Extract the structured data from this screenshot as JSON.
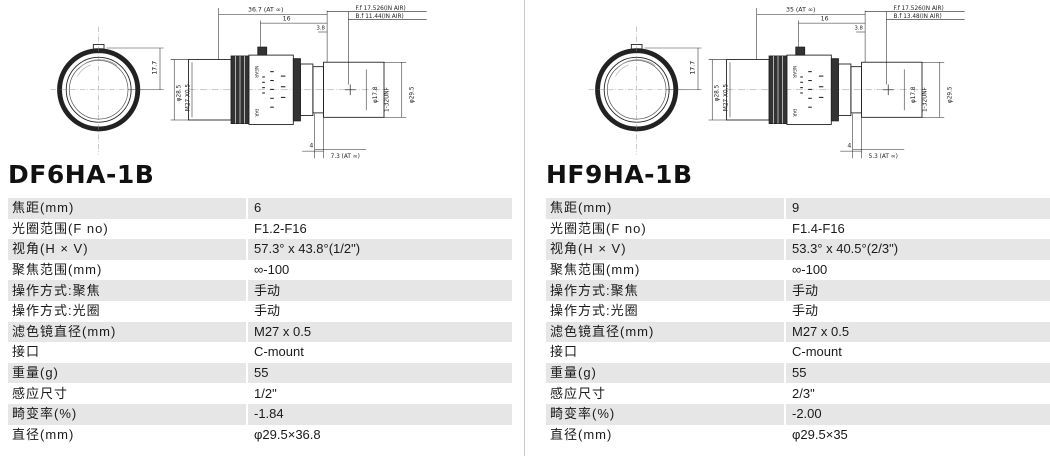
{
  "products": [
    {
      "model": "DF6HA-1B",
      "dims": {
        "total": "36.7 (AT ∞)",
        "d16": "16",
        "d38": "3.8",
        "ff": "F.f  17.526(IN AIR)",
        "bf": "B.f  11.44(IN AIR)",
        "h177": "17.7",
        "d285": "φ28.5",
        "m27": "M27 X0.5",
        "d178": "φ17.8",
        "unf": "1-32UNF",
        "d295": "φ29.5",
        "d4": "4",
        "at": "7.3 (AT ∞)"
      },
      "rows": [
        {
          "label": "焦距(mm)",
          "value": "6"
        },
        {
          "label": "光圈范围(F no)",
          "value": "F1.2-F16"
        },
        {
          "label": "视角(H × V)",
          "value": "57.3° x 43.8°(1/2\")"
        },
        {
          "label": "聚焦范围(mm)",
          "value": "∞-100"
        },
        {
          "label": "操作方式:聚焦",
          "value": "手动"
        },
        {
          "label": "操作方式:光圈",
          "value": "手动"
        },
        {
          "label": "滤色镜直径(mm)",
          "value": "M27 x 0.5"
        },
        {
          "label": "接口",
          "value": "C-mount"
        },
        {
          "label": "重量(g)",
          "value": "55"
        },
        {
          "label": "感应尺寸",
          "value": "1/2\""
        },
        {
          "label": "畸变率(%)",
          "value": "-1.84"
        },
        {
          "label": "直径(mm)",
          "value": "φ29.5×36.8"
        }
      ]
    },
    {
      "model": "HF9HA-1B",
      "dims": {
        "total": "35 (AT ∞)",
        "d16": "16",
        "d38": "3.8",
        "ff": "F.f  17.526(IN AIR)",
        "bf": "B.f  13.48(IN AIR)",
        "h177": "17.7",
        "d285": "φ28.5",
        "m27": "M27 X0.5",
        "d178": "φ17.8",
        "unf": "1-32UNF",
        "d295": "φ29.5",
        "d4": "4",
        "at": "5.3 (AT ∞)"
      },
      "rows": [
        {
          "label": "焦距(mm)",
          "value": "9"
        },
        {
          "label": "光圈范围(F no)",
          "value": "F1.4-F16"
        },
        {
          "label": "视角(H × V)",
          "value": "53.3° x 40.5°(2/3\")"
        },
        {
          "label": "聚焦范围(mm)",
          "value": "∞-100"
        },
        {
          "label": "操作方式:聚焦",
          "value": "手动"
        },
        {
          "label": "操作方式:光圈",
          "value": "手动"
        },
        {
          "label": "滤色镜直径(mm)",
          "value": "M27 x 0.5"
        },
        {
          "label": "接口",
          "value": "C-mount"
        },
        {
          "label": "重量(g)",
          "value": "55"
        },
        {
          "label": "感应尺寸",
          "value": "2/3\""
        },
        {
          "label": "畸变率(%)",
          "value": "-2.00"
        },
        {
          "label": "直径(mm)",
          "value": "φ29.5×35"
        }
      ]
    }
  ]
}
